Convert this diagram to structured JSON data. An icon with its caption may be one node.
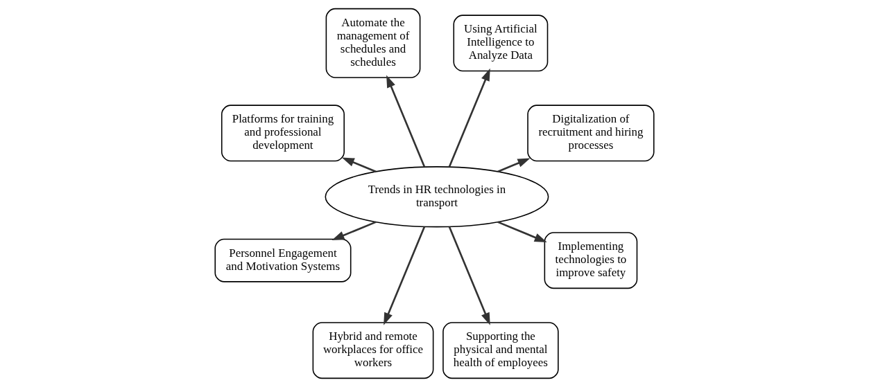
{
  "diagram": {
    "nodes": [
      {
        "text": [
          "Digitalization of recruitment and hiring processes"
        ]
      },
      {
        "text": [
          "Using Artificial Intelligence to Analyze Data"
        ]
      },
      {
        "text": [
          "Automate the management of schedules and schedules"
        ]
      },
      {
        "text": [
          "Platforms for training and professional development"
        ]
      },
      {
        "text": [
          "Trends in HR technologies in transport"
        ]
      },
      {
        "text": [
          "Personnel Engagement and Motivation Systems"
        ]
      },
      {
        "text": [
          "Hybrid and remote workplaces for office workers"
        ]
      },
      {
        "text": [
          "Supporting the physical and mental health of employees"
        ]
      },
      {
        "text": [
          "Implementing technologies to improve safety"
        ]
      }
    ],
    "edges": [
      {
        "from": 4,
        "to": 0,
        "arrow": "to"
      },
      {
        "from": 4,
        "to": 1,
        "arrow": "to"
      },
      {
        "from": 4,
        "to": 2,
        "arrow": "to"
      },
      {
        "from": 4,
        "to": 5,
        "arrow": "to"
      },
      {
        "from": 4,
        "to": 8,
        "arrow": "to"
      },
      {
        "from": 4,
        "to": 7,
        "arrow": "to"
      },
      {
        "from": 4,
        "to": 6,
        "arrow": "to"
      },
      {
        "from": 4,
        "to": 3,
        "arrow": "to"
      }
    ]
  }
}
